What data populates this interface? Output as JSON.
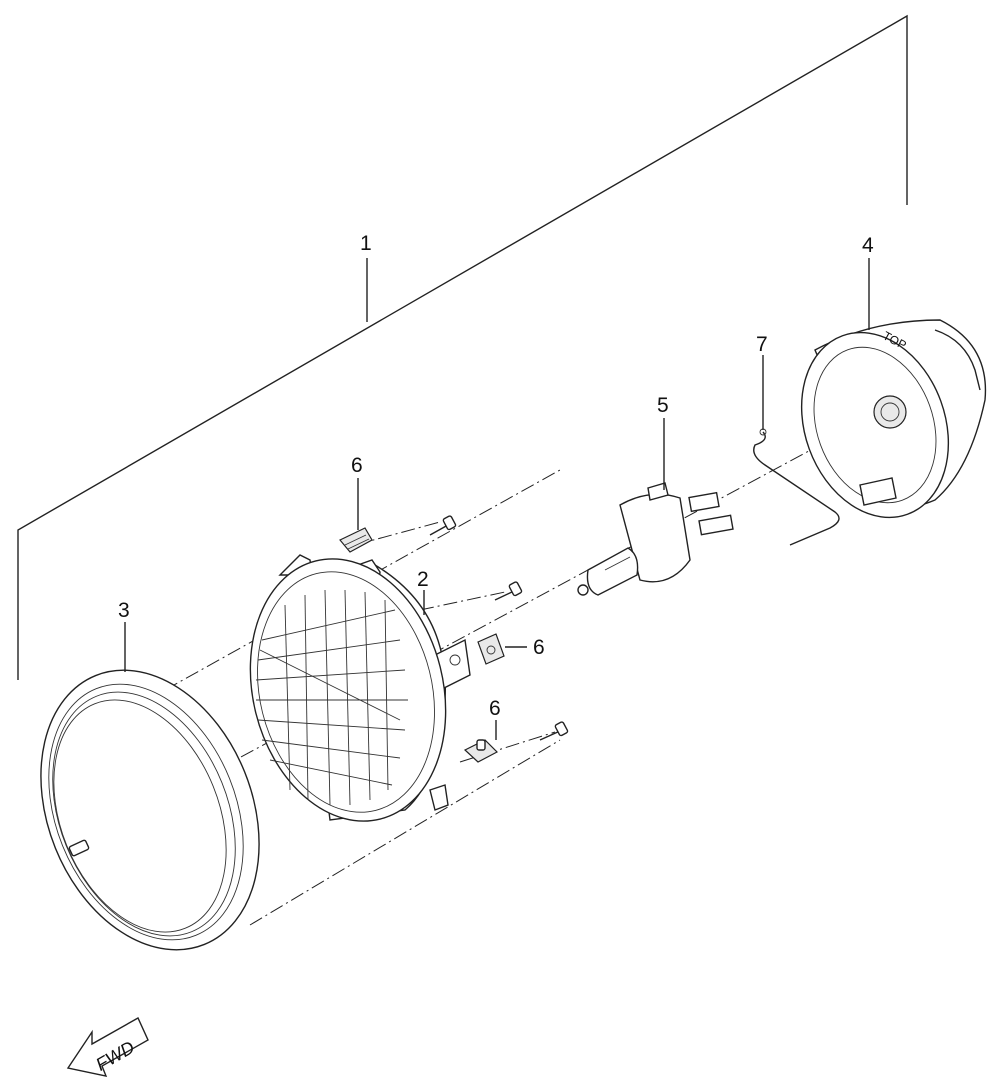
{
  "callouts": [
    {
      "id": "1",
      "label": "1"
    },
    {
      "id": "2",
      "label": "2"
    },
    {
      "id": "3",
      "label": "3"
    },
    {
      "id": "4",
      "label": "4"
    },
    {
      "id": "5",
      "label": "5"
    },
    {
      "id": "6a",
      "label": "6"
    },
    {
      "id": "6b",
      "label": "6"
    },
    {
      "id": "6c",
      "label": "6"
    },
    {
      "id": "7",
      "label": "7"
    }
  ],
  "socket_marking": "TOP",
  "direction_arrow": {
    "label": "FWD",
    "icon": "fwd-arrow-icon"
  },
  "colors": {
    "line": "#222222",
    "background": "#ffffff"
  }
}
